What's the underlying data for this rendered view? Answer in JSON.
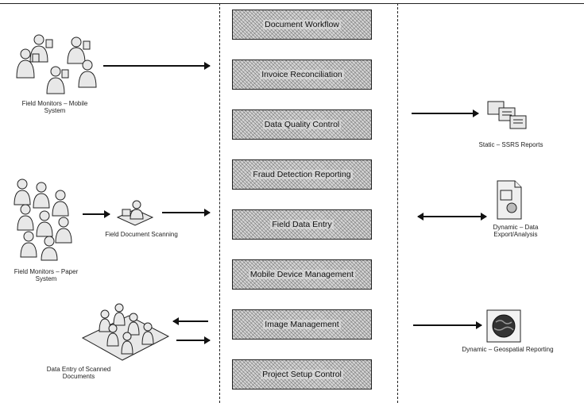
{
  "process_boxes": [
    {
      "label": "Document Workflow"
    },
    {
      "label": "Invoice Reconciliation"
    },
    {
      "label": "Data Quality Control"
    },
    {
      "label": "Fraud Detection Reporting"
    },
    {
      "label": "Field Data Entry"
    },
    {
      "label": "Mobile Device Management"
    },
    {
      "label": "Image Management"
    },
    {
      "label": "Project Setup Control"
    }
  ],
  "left_inputs": {
    "mobile_monitors": {
      "caption_line1": "Field Monitors – Mobile",
      "caption_line2": "System",
      "icon": "people-with-devices-icon"
    },
    "paper_monitors": {
      "caption_line1": "Field Monitors – Paper",
      "caption_line2": "System",
      "icon": "people-group-icon"
    },
    "document_scanning": {
      "caption": "Field Document Scanning",
      "icon": "scanner-workstation-icon"
    },
    "data_entry": {
      "caption_line1": "Data Entry of Scanned",
      "caption_line2": "Documents",
      "icon": "data-entry-workers-icon"
    }
  },
  "right_outputs": {
    "static_reports": {
      "caption": "Static – SSRS Reports",
      "icon": "report-screens-icon"
    },
    "data_export": {
      "caption_line1": "Dynamic – Data",
      "caption_line2": "Export/Analysis",
      "icon": "export-document-icon"
    },
    "geo_reporting": {
      "caption": "Dynamic – Geospatial Reporting",
      "icon": "globe-icon"
    }
  }
}
